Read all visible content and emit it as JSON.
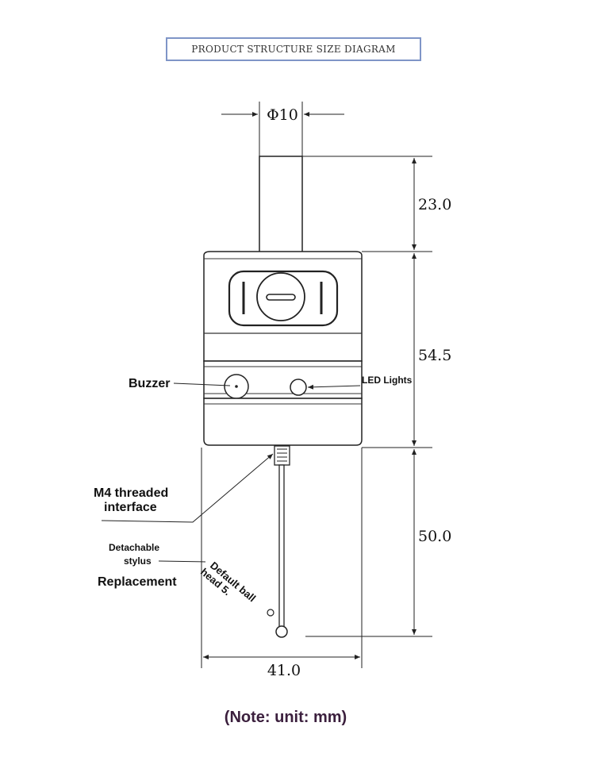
{
  "title": "PRODUCT STRUCTURE SIZE DIAGRAM",
  "dimensions": {
    "shaft_diameter": "Φ10",
    "shank_length": "23.0",
    "body_height": "54.5",
    "stylus_length": "50.0",
    "body_width": "41.0"
  },
  "labels": {
    "buzzer": "Buzzer",
    "led_lights": "LED Lights",
    "thread_line1": "M4 threaded",
    "thread_line2": "interface",
    "stylus_line1": "Detachable",
    "stylus_line2": "stylus",
    "replacement": "Replacement",
    "ball_line1": "Default ball",
    "ball_line2": "head 5."
  },
  "note": "(Note: unit: mm)"
}
